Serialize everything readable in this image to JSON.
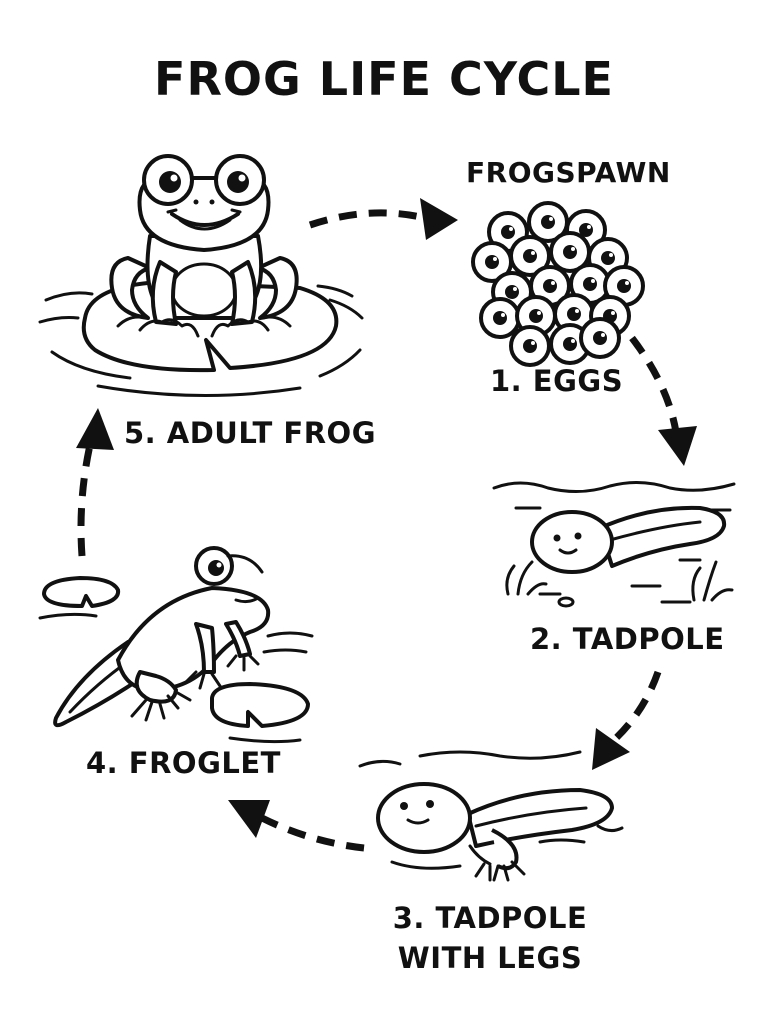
{
  "title": "FROG LIFE CYCLE",
  "frogspawn_label": "FROGSPAWN",
  "stages": [
    {
      "label": "1. EGGS",
      "icon": "egg-cluster-icon"
    },
    {
      "label": "2. TADPOLE",
      "icon": "tadpole-icon"
    },
    {
      "label": "3. TADPOLE",
      "label_line2": "WITH LEGS",
      "icon": "tadpole-with-legs-icon"
    },
    {
      "label": "4. FROGLET",
      "icon": "froglet-icon"
    },
    {
      "label": "5. ADULT FROG",
      "icon": "adult-frog-icon"
    }
  ],
  "colors": {
    "ink": "#111111",
    "background": "#ffffff"
  }
}
